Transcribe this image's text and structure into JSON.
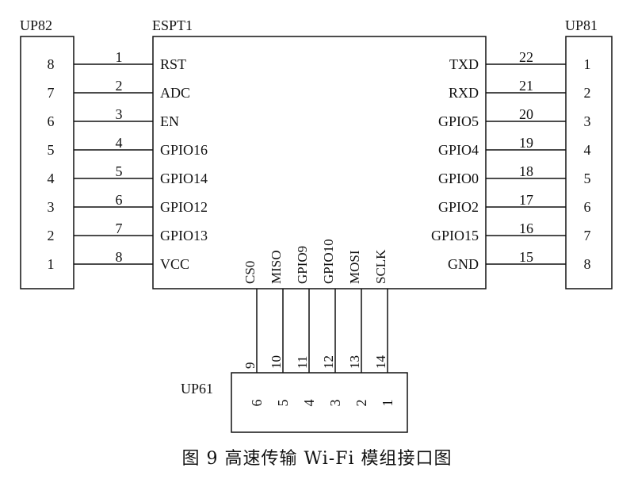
{
  "caption": "图 9   高速传输 Wi-Fi 模组接口图",
  "components": {
    "main_chip": {
      "name": "ESPT1"
    },
    "left_header": {
      "name": "UP82"
    },
    "right_header": {
      "name": "UP81"
    },
    "bottom_header": {
      "name": "UP61"
    }
  },
  "left_pins": [
    {
      "label": "RST",
      "pin": "1",
      "header_pin": "8"
    },
    {
      "label": "ADC",
      "pin": "2",
      "header_pin": "7"
    },
    {
      "label": "EN",
      "pin": "3",
      "header_pin": "6"
    },
    {
      "label": "GPIO16",
      "pin": "4",
      "header_pin": "5"
    },
    {
      "label": "GPIO14",
      "pin": "5",
      "header_pin": "4"
    },
    {
      "label": "GPIO12",
      "pin": "6",
      "header_pin": "3"
    },
    {
      "label": "GPIO13",
      "pin": "7",
      "header_pin": "2"
    },
    {
      "label": "VCC",
      "pin": "8",
      "header_pin": "1"
    }
  ],
  "right_pins": [
    {
      "label": "TXD",
      "pin": "22",
      "header_pin": "1"
    },
    {
      "label": "RXD",
      "pin": "21",
      "header_pin": "2"
    },
    {
      "label": "GPIO5",
      "pin": "20",
      "header_pin": "3"
    },
    {
      "label": "GPIO4",
      "pin": "19",
      "header_pin": "4"
    },
    {
      "label": "GPIO0",
      "pin": "18",
      "header_pin": "5"
    },
    {
      "label": "GPIO2",
      "pin": "17",
      "header_pin": "6"
    },
    {
      "label": "GPIO15",
      "pin": "16",
      "header_pin": "7"
    },
    {
      "label": "GND",
      "pin": "15",
      "header_pin": "8"
    }
  ],
  "bottom_pins": [
    {
      "label": "CS0",
      "pin": "9",
      "header_pin": "6"
    },
    {
      "label": "MISO",
      "pin": "10",
      "header_pin": "5"
    },
    {
      "label": "GPIO9",
      "pin": "11",
      "header_pin": "4"
    },
    {
      "label": "GPIO10",
      "pin": "12",
      "header_pin": "3"
    },
    {
      "label": "MOSI",
      "pin": "13",
      "header_pin": "2"
    },
    {
      "label": "SCLK",
      "pin": "14",
      "header_pin": "1"
    }
  ]
}
